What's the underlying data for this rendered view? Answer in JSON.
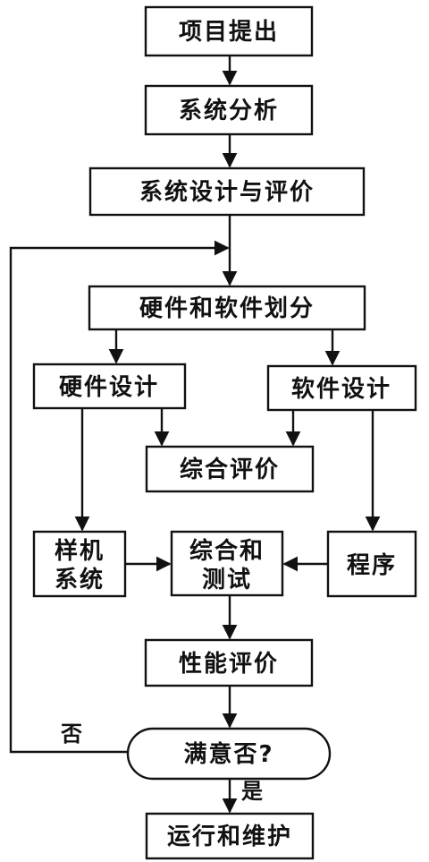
{
  "flowchart": {
    "nodes": {
      "proposal": "项目提出",
      "analysis": "系统分析",
      "design": "系统设计与评价",
      "partition": "硬件和软件划分",
      "hw_design": "硬件设计",
      "sw_design": "软件设计",
      "joint_eval": "综合评价",
      "prototype": [
        "样机",
        "系统"
      ],
      "integrate": [
        "综合和",
        "测试"
      ],
      "program": "程序",
      "performance": "性能评价",
      "decision": "满意否?",
      "operation": "运行和维护"
    },
    "edge_labels": {
      "no": "否",
      "yes": "是"
    },
    "colors": {
      "stroke": "#111111",
      "background": "#ffffff"
    }
  }
}
